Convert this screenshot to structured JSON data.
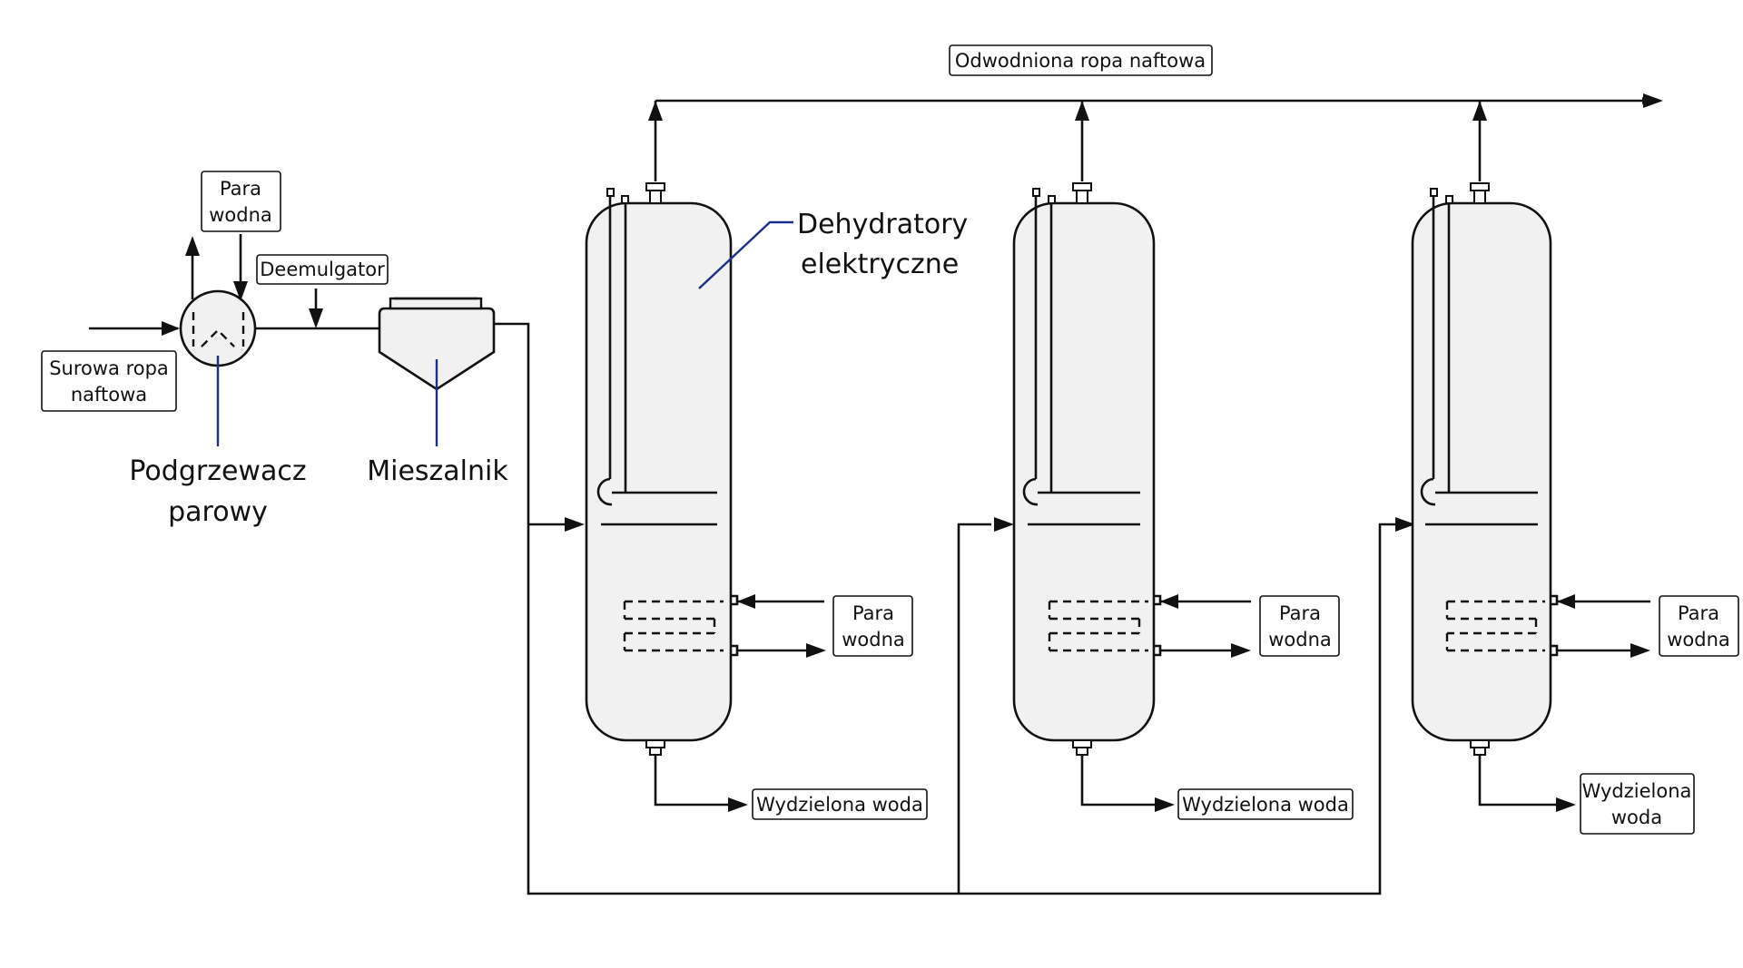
{
  "labels": {
    "crude_oil": [
      "Surowa ropa",
      "naftowa"
    ],
    "steam_heater": [
      "Para",
      "wodna"
    ],
    "demulsifier": "Deemulgator",
    "dewatered_oil": "Odwodniona ropa naftowa",
    "heater_name": [
      "Podgrzewacz",
      "parowy"
    ],
    "mixer_name": "Mieszalnik",
    "dehydrators_name": [
      "Dehydratory",
      "elektryczne"
    ]
  },
  "dehydrators": [
    {
      "steam": [
        "Para",
        "wodna"
      ],
      "water": [
        "Wydzielona woda"
      ]
    },
    {
      "steam": [
        "Para",
        "wodna"
      ],
      "water": [
        "Wydzielona woda"
      ]
    },
    {
      "steam": [
        "Para",
        "wodna"
      ],
      "water": [
        "Wydzielona",
        "woda"
      ]
    }
  ],
  "colors": {
    "line": "#111111",
    "vessel_fill": "#f1f1f1",
    "leader": "#1b2e8a"
  }
}
